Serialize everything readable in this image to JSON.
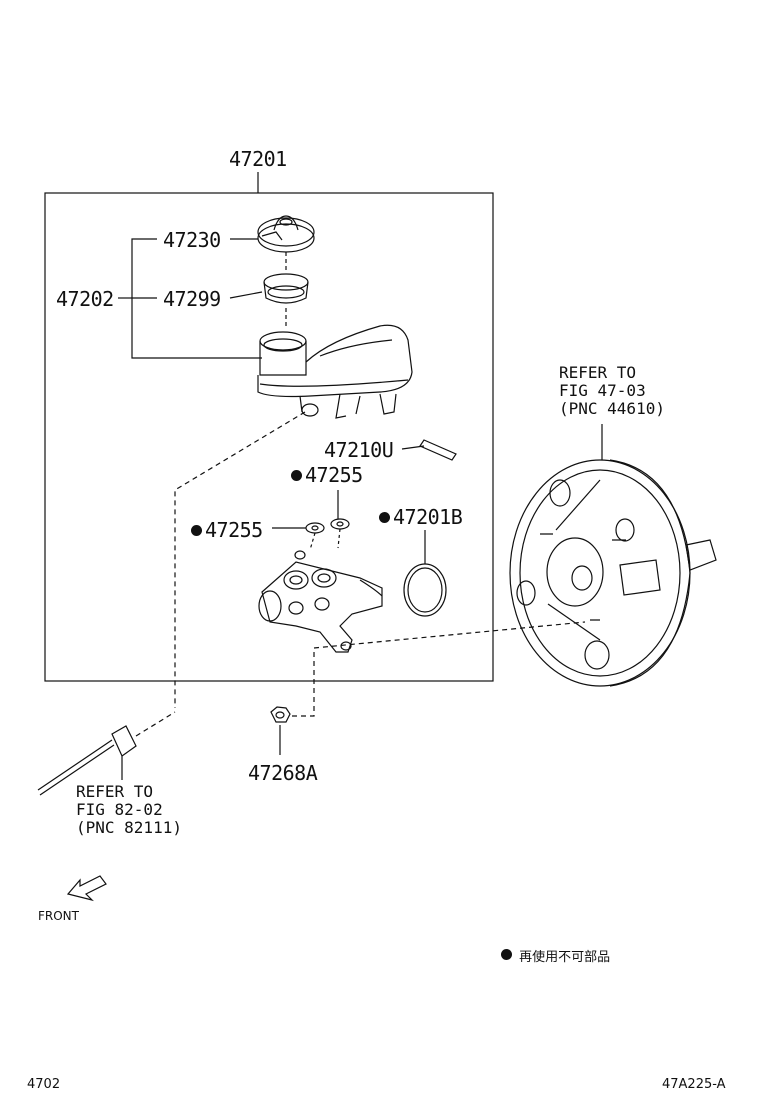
{
  "part_labels": {
    "p47201": "47201",
    "p47202": "47202",
    "p47230": "47230",
    "p47299": "47299",
    "p47210U": "47210U",
    "p47255_top": "47255",
    "p47255_left": "47255",
    "p47201B": "47201B",
    "p47268A": "47268A"
  },
  "refs": {
    "booster": {
      "line1": "REFER TO",
      "line2": "FIG 47-03",
      "line3": "(PNC 44610)"
    },
    "brake_line": {
      "line1": "REFER TO",
      "line2": "FIG 82-02",
      "line3": "(PNC 82111)"
    }
  },
  "front_label": "FRONT",
  "legend": {
    "text": "再使用不可部品"
  },
  "footer": {
    "left": "4702",
    "right": "47A225-A"
  }
}
